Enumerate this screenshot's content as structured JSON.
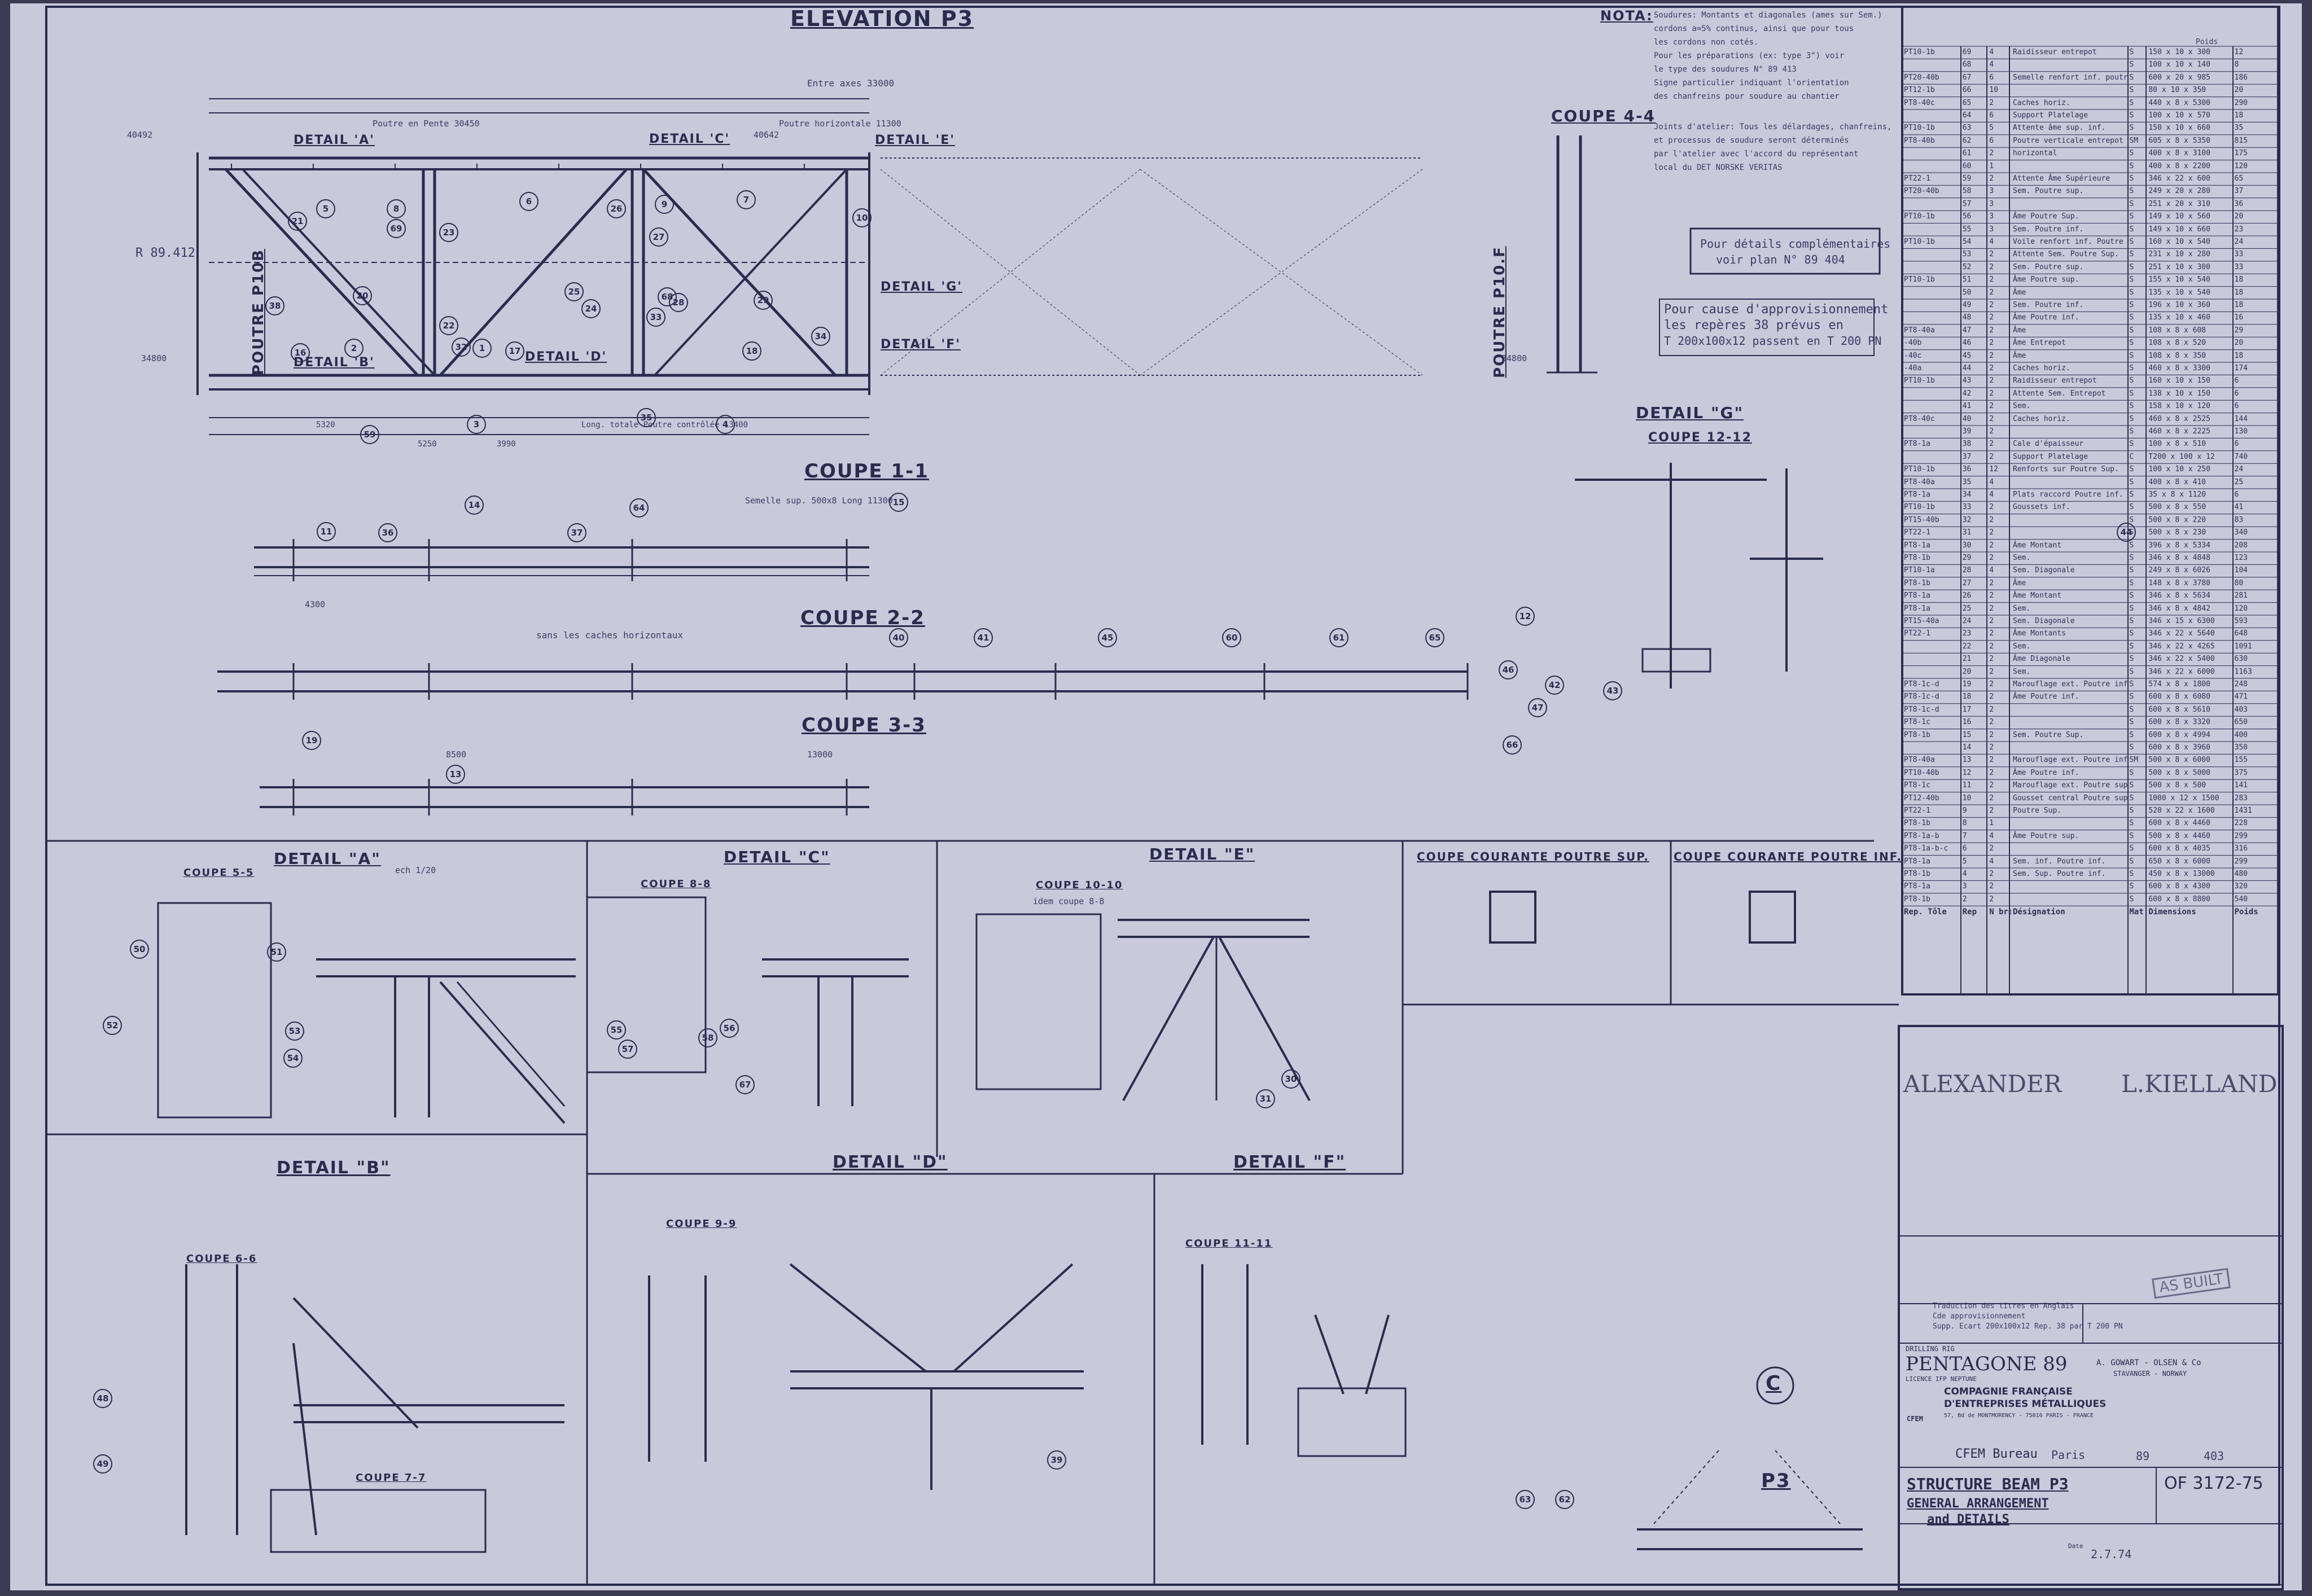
{
  "sheet": {
    "paper_color": "#c9c9dc",
    "ink_color": "#2a2c4e",
    "background_color": "#3c3a52"
  },
  "views": {
    "elevation": "ELEVATION P3",
    "coupe_1_1": "COUPE 1-1",
    "coupe_2_2": "COUPE 2-2",
    "coupe_3_3": "COUPE 3-3",
    "coupe_4_4": "COUPE 4-4",
    "detail_a": "DETAIL \"A\"",
    "detail_b": "DETAIL \"B\"",
    "detail_c": "DETAIL \"C\"",
    "detail_d": "DETAIL \"D\"",
    "detail_e": "DETAIL \"E\"",
    "detail_f": "DETAIL \"F\"",
    "detail_g": "DETAIL \"G\"",
    "coupe_12_12": "COUPE 12-12",
    "coupe_5_5": "COUPE 5-5",
    "coupe_6_6": "COUPE 6-6",
    "coupe_7_7": "COUPE 7-7",
    "coupe_8_8": "COUPE 8-8",
    "coupe_9_9": "COUPE 9-9",
    "coupe_10_10": "COUPE 10-10",
    "coupe_11_11": "COUPE 11-11",
    "coupe_courante_sup": "COUPE COURANTE POUTRE SUP.",
    "coupe_courante_inf": "COUPE COURANTE POUTRE INF.",
    "poutre_p10b": "POUTRE P10B",
    "poutre_p10f": "POUTRE P10.F",
    "p3_label": "P3",
    "c_label": "C"
  },
  "labels": {
    "entre_axes": "Entre axes 33000",
    "poutre_en_pente": "Poutre en Pente 30450",
    "poutre_horizontale": "Poutre horizontale 11300",
    "detail_a_tag": "DETAIL 'A'",
    "detail_c_tag": "DETAIL 'C'",
    "detail_e_tag": "DETAIL 'E'",
    "detail_g_tag": "DETAIL 'G'",
    "detail_f_tag": "DETAIL 'F'",
    "detail_b_tag": "DETAIL 'B'",
    "detail_d_tag": "DETAIL 'D'",
    "sans_caches": "sans les caches horizontaux",
    "semelle_sup": "Semelle sup. 500x8 Long 11300",
    "echelle_detail_a": "ech 1/20",
    "idem_coupe": "idem coupe 8-8",
    "elev_r": "R 89.412",
    "elev_left": "40492",
    "elev_right": "40642",
    "elev_bottom_left": "34800",
    "elev_bottom_right": "34800",
    "long_totale": "Long. totale Poutre contrôlée 13400",
    "dimension_3990": "3990",
    "dimension_5320": "5320",
    "dimension_5250": "5250",
    "dimension_8500": "8500",
    "dimension_4300": "4300",
    "dimension_13000": "13000"
  },
  "nota": {
    "heading": "NOTA:",
    "lines": [
      "Soudures: Montants et diagonales (ames sur Sem.)",
      "cordons a=5% continus, ainsi que pour tous",
      "les cordons non cotés.",
      "Pour les préparations (ex: type 3\") voir",
      "le type des soudures N° 89 413",
      "Signe particulier indiquant l'orientation",
      "des chanfreins pour soudure au chantier",
      "Joints d'atelier: Tous les délardages, chanfreins,",
      "et processus de soudure seront déterminés",
      "par l'atelier avec l'accord du représentant",
      "local du DET NORSKE VERITAS"
    ],
    "box_line1": "Pour détails complémentaires",
    "box_line2": "voir plan N° 89 404",
    "warn_line1": "Pour cause d'approvisionnement",
    "warn_line2": "les repères 38 prévus en",
    "warn_line3": "T 200x100x12 passent en T 200 PN"
  },
  "bom": {
    "poids_label": "Poids",
    "headers": [
      "Rep. Tôle",
      "Rep",
      "N bre",
      "Désignation",
      "Mat",
      "Dimensions",
      "Poids"
    ],
    "rows": [
      [
        "PT10-1b",
        "69",
        "4",
        "Raidisseur entrepot",
        "S",
        "150 x 10 x 300",
        "12"
      ],
      [
        "",
        "68",
        "4",
        "",
        "S",
        "100 x 10 x 140",
        "8"
      ],
      [
        "PT20-40b",
        "67",
        "6",
        "Semelle renfort inf. poutre",
        "S",
        "600 x 20 x 985",
        "186"
      ],
      [
        "PT12-1b",
        "66",
        "10",
        "",
        "S",
        "80 x 10 x 350",
        "20"
      ],
      [
        "PT8-40c",
        "65",
        "2",
        "Caches horiz.",
        "S",
        "440 x 8 x 5300",
        "290"
      ],
      [
        "",
        "64",
        "6",
        "Support Platelage",
        "S",
        "100 x 10 x 570",
        "18"
      ],
      [
        "PT10-1b",
        "63",
        "5",
        "Attente âme sup. inf.",
        "S",
        "150 x 10 x 660",
        "35"
      ],
      [
        "PT8-40b",
        "62",
        "6",
        "Poutre verticale entrepot",
        "SM",
        "605 x 8 x 5350",
        "815"
      ],
      [
        "",
        "61",
        "2",
        "horizontal",
        "S",
        "400 x 8 x 3100",
        "175"
      ],
      [
        "",
        "60",
        "1",
        "",
        "S",
        "400 x 8 x 2200",
        "120"
      ],
      [
        "PT22-1",
        "59",
        "2",
        "Attente Âme Supérieure",
        "S",
        "346 x 22 x 600",
        "65"
      ],
      [
        "PT20-40b",
        "58",
        "3",
        "Sem. Poutre sup.",
        "S",
        "249 x 20 x 280",
        "37"
      ],
      [
        "",
        "57",
        "3",
        "",
        "S",
        "251 x 20 x 310",
        "36"
      ],
      [
        "PT10-1b",
        "56",
        "3",
        "Âme Poutre Sup.",
        "S",
        "149 x 10 x 560",
        "20"
      ],
      [
        "",
        "55",
        "3",
        "Sem. Poutre inf.",
        "S",
        "149 x 10 x 660",
        "23"
      ],
      [
        "PT10-1b",
        "54",
        "4",
        "Voile renfort inf. Poutre",
        "S",
        "160 x 10 x 540",
        "24"
      ],
      [
        "",
        "53",
        "2",
        "Attente Sem. Poutre Sup.",
        "S",
        "231 x 10 x 280",
        "33"
      ],
      [
        "",
        "52",
        "2",
        "Sem. Poutre sup.",
        "S",
        "251 x 10 x 300",
        "33"
      ],
      [
        "PT10-1b",
        "51",
        "2",
        "Âme Poutre sup.",
        "S",
        "155 x 10 x 540",
        "18"
      ],
      [
        "",
        "50",
        "2",
        "Âme",
        "S",
        "135 x 10 x 540",
        "18"
      ],
      [
        "",
        "49",
        "2",
        "Sem. Poutre inf.",
        "S",
        "196 x 10 x 360",
        "18"
      ],
      [
        "",
        "48",
        "2",
        "Âme Poutre inf.",
        "S",
        "135 x 10 x 460",
        "16"
      ],
      [
        "PT8-40a",
        "47",
        "2",
        "Âme",
        "S",
        "108 x 8 x 608",
        "29"
      ],
      [
        "-40b",
        "46",
        "2",
        "Âme Entrepot",
        "S",
        "108 x 8 x 520",
        "20"
      ],
      [
        "-40c",
        "45",
        "2",
        "Âme",
        "S",
        "108 x 8 x 350",
        "18"
      ],
      [
        "-40a",
        "44",
        "2",
        "Caches horiz.",
        "S",
        "460 x 8 x 3300",
        "174"
      ],
      [
        "PT10-1b",
        "43",
        "2",
        "Raidisseur entrepot",
        "S",
        "160 x 10 x 150",
        "6"
      ],
      [
        "",
        "42",
        "2",
        "Attente Sem. Entrepot",
        "S",
        "138 x 10 x 150",
        "6"
      ],
      [
        "",
        "41",
        "2",
        "Sem.",
        "S",
        "158 x 10 x 120",
        "6"
      ],
      [
        "PT8-40c",
        "40",
        "2",
        "Caches horiz.",
        "S",
        "460 x 8 x 2525",
        "144"
      ],
      [
        "",
        "39",
        "2",
        "",
        "S",
        "460 x 8 x 2225",
        "130"
      ],
      [
        "PT8-1a",
        "38",
        "2",
        "Cale d'épaisseur",
        "S",
        "100 x 8 x 510",
        "6"
      ],
      [
        "",
        "37",
        "2",
        "Support Platelage",
        "C",
        "T200 x 100 x 12",
        "740"
      ],
      [
        "PT10-1b",
        "36",
        "12",
        "Renforts sur Poutre Sup.",
        "S",
        "100 x 10 x 250",
        "24"
      ],
      [
        "PT8-40a",
        "35",
        "4",
        "",
        "S",
        "400 x 8 x 410",
        "25"
      ],
      [
        "PT8-1a",
        "34",
        "4",
        "Plats raccord Poutre inf.",
        "S",
        "35 x 8 x 1120",
        "6"
      ],
      [
        "PT10-1b",
        "33",
        "2",
        "Goussets inf.",
        "S",
        "500 x 8 x 550",
        "41"
      ],
      [
        "PT15-40b",
        "32",
        "2",
        "",
        "S",
        "500 x 8 x 220",
        "83"
      ],
      [
        "PT22-1",
        "31",
        "2",
        "",
        "S",
        "500 x 8 x 230",
        "340"
      ],
      [
        "PT8-1a",
        "30",
        "2",
        "Âme Montant",
        "S",
        "396 x 8 x 5334",
        "208"
      ],
      [
        "PT8-1b",
        "29",
        "2",
        "Sem.",
        "S",
        "346 x 8 x 4848",
        "123"
      ],
      [
        "PT10-1a",
        "28",
        "4",
        "Sem. Diagonale",
        "S",
        "249 x 8 x 6026",
        "104"
      ],
      [
        "PT8-1b",
        "27",
        "2",
        "Âme",
        "S",
        "148 x 8 x 3780",
        "80"
      ],
      [
        "PT8-1a",
        "26",
        "2",
        "Âme Montant",
        "S",
        "346 x 8 x 5634",
        "281"
      ],
      [
        "PT8-1a",
        "25",
        "2",
        "Sem.",
        "S",
        "346 x 8 x 4842",
        "120"
      ],
      [
        "PT15-40a",
        "24",
        "2",
        "Sem. Diagonale",
        "S",
        "346 x 15 x 6300",
        "593"
      ],
      [
        "PT22-1",
        "23",
        "2",
        "Âme Montants",
        "S",
        "346 x 22 x 5640",
        "648"
      ],
      [
        "",
        "22",
        "2",
        "Sem.",
        "S",
        "346 x 22 x 4265",
        "1091"
      ],
      [
        "",
        "21",
        "2",
        "Âme Diagonale",
        "S",
        "346 x 22 x 5400",
        "630"
      ],
      [
        "",
        "20",
        "2",
        "Sem.",
        "S",
        "346 x 22 x 6000",
        "1163"
      ],
      [
        "PT8-1c-d",
        "19",
        "2",
        "Marouflage ext. Poutre inf.",
        "S",
        "574 x 8 x 1800",
        "248"
      ],
      [
        "PT8-1c-d",
        "18",
        "2",
        "Âme Poutre inf.",
        "S",
        "600 x 8 x 6080",
        "471"
      ],
      [
        "PT8-1c-d",
        "17",
        "2",
        "",
        "S",
        "600 x 8 x 5610",
        "403"
      ],
      [
        "PT8-1c",
        "16",
        "2",
        "",
        "S",
        "600 x 8 x 3320",
        "650"
      ],
      [
        "PT8-1b",
        "15",
        "2",
        "Sem. Poutre Sup.",
        "S",
        "600 x 8 x 4994",
        "400"
      ],
      [
        "",
        "14",
        "2",
        "",
        "S",
        "600 x 8 x 3960",
        "350"
      ],
      [
        "PT8-40a",
        "13",
        "2",
        "Marouflage ext. Poutre inf.",
        "SM",
        "500 x 8 x 6000",
        "155"
      ],
      [
        "PT10-40b",
        "12",
        "2",
        "Âme Poutre inf.",
        "S",
        "500 x 8 x 5000",
        "375"
      ],
      [
        "PT8-1c",
        "11",
        "2",
        "Marouflage ext. Poutre sup.",
        "S",
        "500 x 8 x 500",
        "141"
      ],
      [
        "PT12-40b",
        "10",
        "2",
        "Gousset central Poutre sup.",
        "S",
        "1000 x 12 x 1500",
        "283"
      ],
      [
        "PT22-1",
        "9",
        "2",
        "Poutre Sup.",
        "S",
        "520 x 22 x 1600",
        "1431"
      ],
      [
        "PT8-1b",
        "8",
        "1",
        "",
        "S",
        "600 x 8 x 4460",
        "228"
      ],
      [
        "PT8-1a-b",
        "7",
        "4",
        "Âme Poutre sup.",
        "S",
        "500 x 8 x 4460",
        "299"
      ],
      [
        "PT8-1a-b-c",
        "6",
        "2",
        "",
        "S",
        "600 x 8 x 4035",
        "316"
      ],
      [
        "PT8-1a",
        "5",
        "4",
        "Sem. inf. Poutre inf.",
        "S",
        "650 x 8 x 6000",
        "299"
      ],
      [
        "PT8-1b",
        "4",
        "2",
        "Sem. Sup. Poutre inf.",
        "S",
        "450 x 8 x 13000",
        "480"
      ],
      [
        "PT8-1a",
        "3",
        "2",
        "",
        "S",
        "600 x 8 x 4300",
        "320"
      ],
      [
        "PT8-1b",
        "2",
        "2",
        "",
        "S",
        "600 x 8 x 8800",
        "540"
      ]
    ]
  },
  "cartouche": {
    "platform_left": "ALEXANDER",
    "platform_right": "L.KIELLAND",
    "stamp": "AS BUILT",
    "revisions": [
      "Traduction des titres en Anglais",
      "Cde approvisionnement",
      "Supp. Ecart 200x100x12 Rep. 38 par T 200 PN"
    ],
    "drilling_rig": "DRILLING RIG",
    "rig_name": "PENTAGONE 89",
    "licence": "LICENCE IFP NEPTUNE",
    "owner": "A. GOWART - OLSEN & Co",
    "owner_city": "STAVANGER - NORWAY",
    "company_line1": "COMPAGNIE FRANÇAISE",
    "company_line2": "D'ENTREPRISES MÉTALLIQUES",
    "company_address": "57, Bd de MONTMORENCY - 75016 PARIS - FRANCE",
    "cfem": "CFEM",
    "bureau": "CFEM Bureau",
    "bureau_city": "Paris",
    "sheet_num": "89",
    "sheet_sub": "403",
    "title1": "STRUCTURE BEAM P3",
    "title2": "GENERAL ARRANGEMENT",
    "title3": "and DETAILS",
    "drawing_number": "OF 3172-75",
    "date": "2.7.74",
    "date_label": "Date"
  },
  "callouts": [
    "1",
    "2",
    "3",
    "4",
    "5",
    "6",
    "7",
    "8",
    "9",
    "10",
    "11",
    "12",
    "13",
    "14",
    "15",
    "16",
    "17",
    "18",
    "19",
    "20",
    "21",
    "22",
    "23",
    "24",
    "25",
    "26",
    "27",
    "28",
    "29",
    "30",
    "31",
    "32",
    "33",
    "34",
    "35",
    "36",
    "37",
    "38",
    "39",
    "40",
    "41",
    "42",
    "43",
    "44",
    "45",
    "46",
    "47",
    "48",
    "49",
    "50",
    "51",
    "52",
    "53",
    "54",
    "55",
    "56",
    "57",
    "58",
    "59",
    "60",
    "61",
    "62",
    "63",
    "64",
    "65",
    "66",
    "67",
    "68",
    "69"
  ]
}
